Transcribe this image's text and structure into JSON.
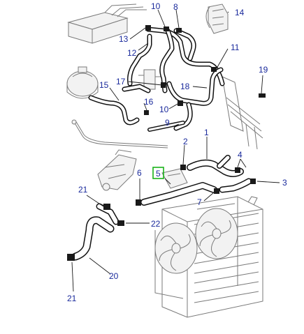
{
  "callouts": {
    "c1": "1",
    "c2": "2",
    "c3": "3",
    "c4": "4",
    "c5": "5",
    "c6": "6",
    "c7": "7",
    "c8": "8",
    "c9": "9",
    "c10a": "10",
    "c10b": "10",
    "c11": "11",
    "c12": "12",
    "c13": "13",
    "c14": "14",
    "c15": "15",
    "c16": "16",
    "c17": "17",
    "c18": "18",
    "c19": "19",
    "c20": "20",
    "c21a": "21",
    "c21b": "21",
    "c22": "22"
  },
  "highlighted_part": "5",
  "colors": {
    "callout_text": "#1a2a9c",
    "highlight_border": "#19b219",
    "hose": "#111111",
    "context_part": "#7a7a7a"
  }
}
